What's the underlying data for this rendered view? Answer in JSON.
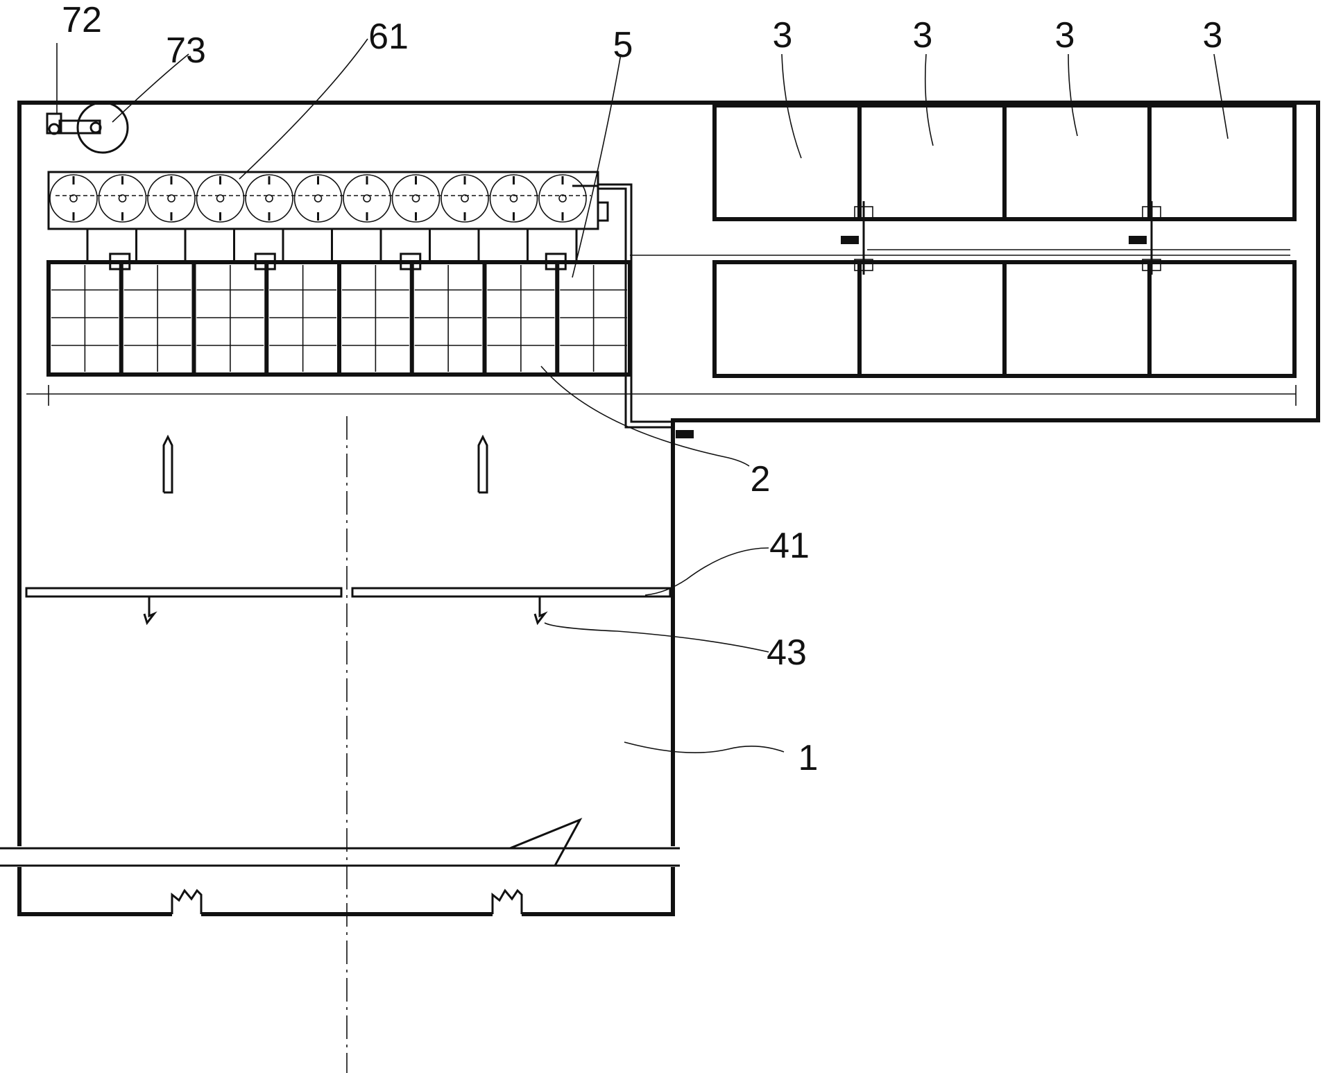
{
  "figure": {
    "labels": {
      "l72": "72",
      "l73": "73",
      "l61": "61",
      "l5": "5",
      "l3a": "3",
      "l3b": "3",
      "l3c": "3",
      "l3d": "3",
      "l2": "2",
      "l41": "41",
      "l43": "43",
      "l1": "1"
    },
    "fan_units": 11,
    "filter_modules": 8,
    "storage_bins_per_row": 4,
    "storage_rows": 2,
    "baffle_hooks": 2,
    "upflow_arrows": 2
  }
}
